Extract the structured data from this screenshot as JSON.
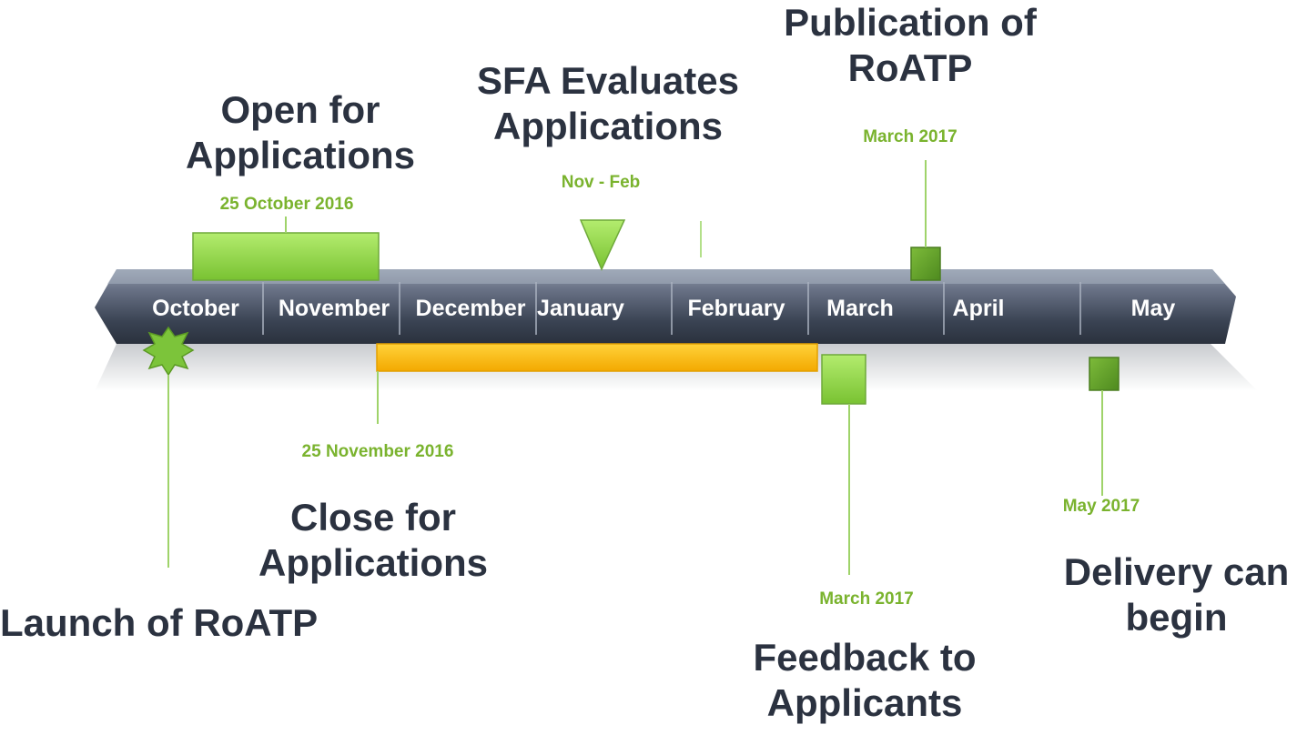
{
  "months": [
    "October",
    "November",
    "December",
    "January",
    "February",
    "March",
    "April",
    "May"
  ],
  "events": {
    "open": {
      "title": "Open for Applications",
      "date": "25 October 2016"
    },
    "evaluate": {
      "title": "SFA Evaluates Applications",
      "date": "Nov - Feb"
    },
    "publication": {
      "title": "Publication of RoATP",
      "date": "March 2017"
    },
    "launch": {
      "title": "Launch of RoATP"
    },
    "close": {
      "title": "Close for Applications",
      "date": "25 November 2016"
    },
    "feedback": {
      "title": "Feedback to Applicants",
      "date": "March 2017"
    },
    "delivery": {
      "title": "Delivery can begin",
      "date": "May 2017"
    }
  },
  "colors": {
    "bar_dark": "#3c4556",
    "bar_light": "#8790a2",
    "green_light": "#8fd64a",
    "green_dark": "#5f9a2a",
    "gold": "#f7b500",
    "text_dark": "#2b3240",
    "date_green": "#7ab32e"
  }
}
